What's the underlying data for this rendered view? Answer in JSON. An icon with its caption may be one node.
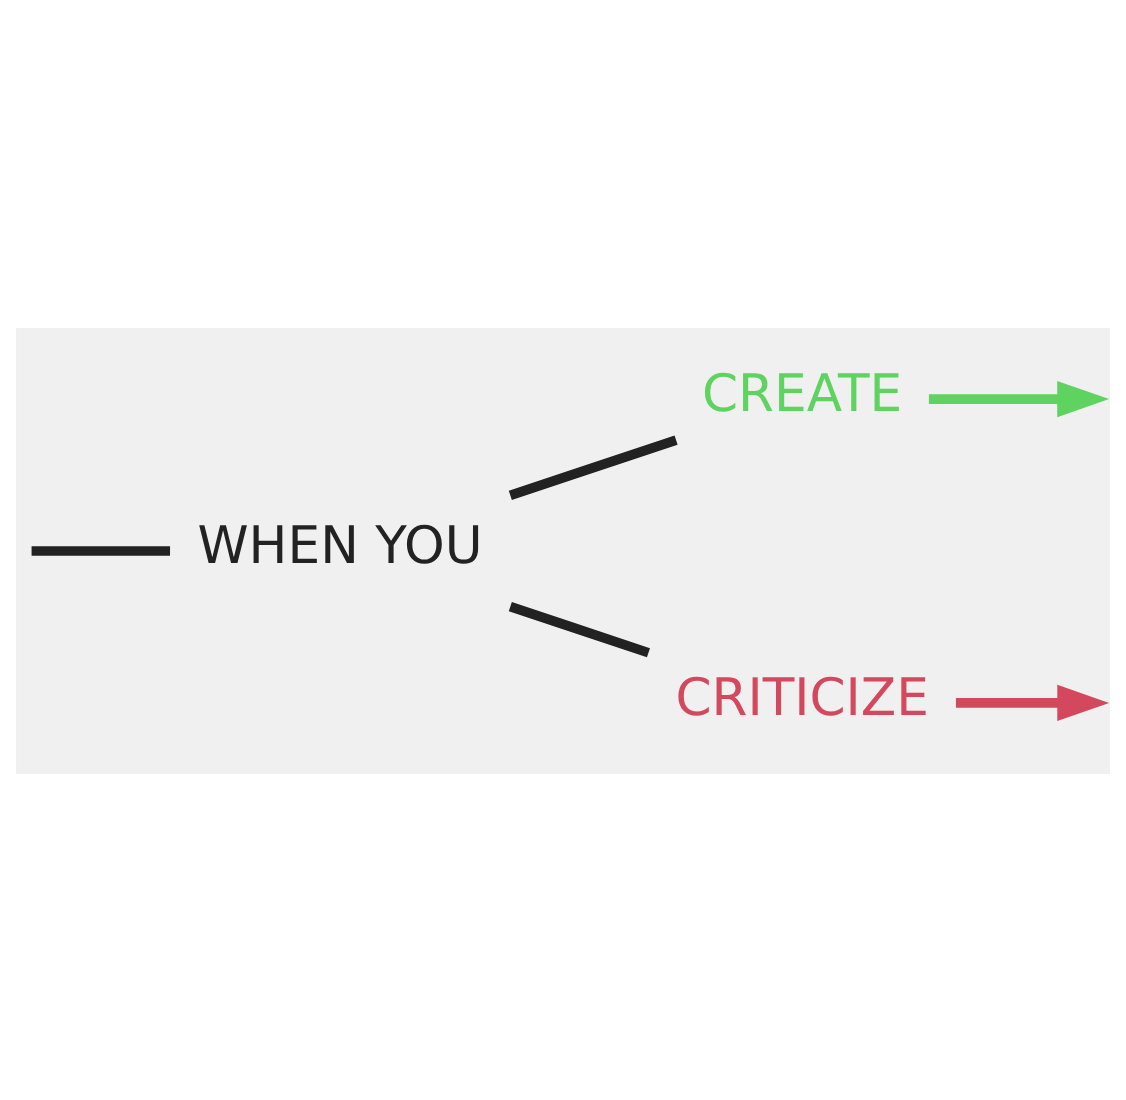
{
  "diagram": {
    "nodes": [
      {
        "text": [
          "WHEN YOU"
        ]
      },
      {
        "text": [
          "CREATE"
        ]
      },
      {
        "text": [
          "CRITICIZE"
        ]
      }
    ],
    "edges": [
      {
        "from": null,
        "to": 0,
        "arrow": "none"
      },
      {
        "from": 0,
        "to": 1,
        "arrow": "none"
      },
      {
        "from": 0,
        "to": 2,
        "arrow": "none"
      },
      {
        "from": 1,
        "to": null,
        "arrow": "to",
        "color": "#5fd35f"
      },
      {
        "from": 2,
        "to": null,
        "arrow": "to",
        "color": "#d4485e"
      }
    ]
  }
}
